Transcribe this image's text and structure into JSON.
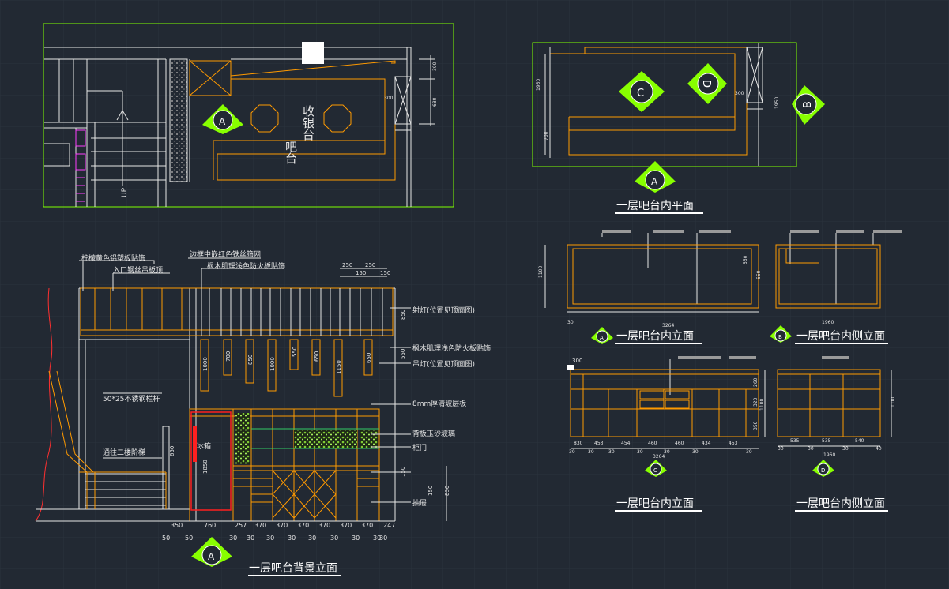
{
  "colors": {
    "background": "#222933",
    "grid": "#2b333d",
    "frame": "#7fff00",
    "orange": "#ff9a00",
    "white": "#e6e6e6",
    "red": "#ff2020",
    "magenta": "#ff40ff",
    "marker": "#88ff00"
  },
  "titles": {
    "plan": "一层吧台内平面",
    "back_elevation": "一层吧台背景立面",
    "bar_elevation": "一层吧台内立面",
    "bar_side_elevation": "一层吧台内侧立面",
    "c_elevation": "一层吧台内立面",
    "d_side_elevation": "一层吧台内侧立面"
  },
  "plan_view": {
    "bar_label": "吧台",
    "cashier_label": "收银台",
    "up_label": "UP",
    "dims": [
      "300",
      "680",
      "300"
    ]
  },
  "inner_plan": {
    "dims": [
      "1950",
      "700",
      "300",
      "1950"
    ]
  },
  "markers": {
    "A": "A",
    "B": "B",
    "C": "C",
    "D": "D"
  },
  "annotations": {
    "lemon_panel": "柠檬黄色铝塑板贴饰",
    "entry_ceiling": "入口钢丝吊板顶",
    "red_wire_mesh": "边框中嵌红色铁丝筛网",
    "maple_panel_top": "枫木肌理浅色防火板贴饰",
    "spot_light": "射灯(位置见顶面图)",
    "maple_panel_mid": "枫木肌理浅色防火板贴饰",
    "pendant": "吊灯(位置见顶面图)",
    "stainless_rail": "50*25不锈钢栏杆",
    "to_second_floor": "通往二楼阶梯",
    "glass_shelf": "8mm厚清玻层板",
    "back_glass": "背板玉砂玻璃",
    "cabinet_door": "柜门",
    "drawer": "抽屉",
    "fridge": "冰箱"
  },
  "back_elev_dims": {
    "top": [
      "250",
      "250",
      "150",
      "150"
    ],
    "right": [
      "850",
      "550",
      "150",
      "150",
      "830"
    ],
    "left": [
      "650",
      "1850"
    ],
    "pendant_heights": [
      "1000",
      "700",
      "850",
      "1000",
      "550",
      "650",
      "1150",
      "650"
    ],
    "bottom_row1": [
      "350",
      "760",
      "257",
      "370",
      "370",
      "370",
      "370",
      "370",
      "370",
      "247"
    ],
    "bottom_row2": [
      "50",
      "50",
      "30",
      "30",
      "30",
      "30",
      "30",
      "30",
      "30",
      "30",
      "30"
    ]
  },
  "bar_elev_dims": {
    "left": "1100",
    "right": [
      "550",
      "550"
    ],
    "bottom": [
      "30",
      "3264"
    ]
  },
  "side_elev_dims": {
    "bottom": "1960"
  },
  "c_elev_dims": {
    "top": "300",
    "row": [
      "830",
      "453",
      "454",
      "460",
      "460",
      "434",
      "453"
    ],
    "row2": [
      "30",
      "30",
      "30",
      "30",
      "30",
      "30",
      "30"
    ],
    "total": "3264",
    "right": [
      "1100",
      "260",
      "320",
      "350"
    ]
  },
  "d_elev_dims": {
    "row": [
      "535",
      "535",
      "540"
    ],
    "row2": [
      "30",
      "30",
      "30",
      "40"
    ],
    "total": "1960",
    "right": "1100"
  }
}
